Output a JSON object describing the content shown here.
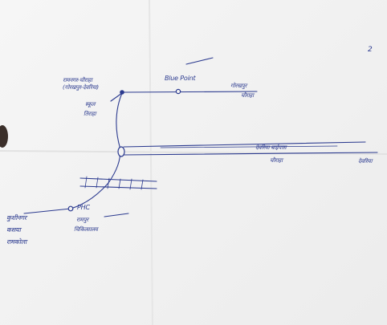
{
  "page_number": "2",
  "colors": {
    "ink": "#2b3a8f",
    "paper": "#f3f3f3",
    "fold": "#e3e3e3"
  },
  "labels": {
    "upper_junction_1": "रामनगर-चौराहा",
    "upper_junction_2": "(गोरखपुर-देवरिया)",
    "blue_point": "Blue Point",
    "east_1": "गोरखपुर",
    "east_2": "चौराहा",
    "branch_1": "स्कूल",
    "branch_2": "तिराहा",
    "right_road_1": "देवरिया बाईपास",
    "right_road_2": "चौराहा",
    "far_right": "देवरिया",
    "phc": "PHC",
    "phc_sub_1": "रामपुर",
    "phc_sub_2": "चिकित्सालय",
    "left_1": "कुशीनगर",
    "left_2": "कसया",
    "left_3": "रामकोला"
  }
}
